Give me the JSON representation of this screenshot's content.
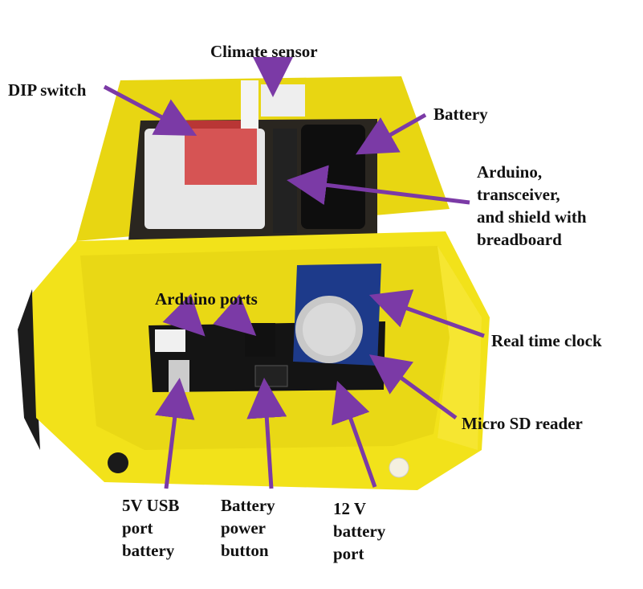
{
  "labels": {
    "climate_sensor": "Climate sensor",
    "dip_switch": "DIP switch",
    "battery": "Battery",
    "arduino_shield": [
      "Arduino,",
      "transceiver,",
      "and shield with",
      "breadboard"
    ],
    "arduino_ports": "Arduino ports",
    "real_time_clock": "Real time clock",
    "micro_sd_reader": "Micro SD reader",
    "usb_port_battery": [
      "5V USB",
      "port",
      "battery"
    ],
    "battery_power_button": [
      "Battery",
      "power",
      "button"
    ],
    "battery_port_12v": [
      "12 V",
      "battery",
      "port"
    ]
  },
  "colors": {
    "arrow": "#7b3aa6",
    "enclosure": "#f2e21a",
    "enclosure_shadow": "#c9b70c",
    "background": "#ffffff"
  }
}
